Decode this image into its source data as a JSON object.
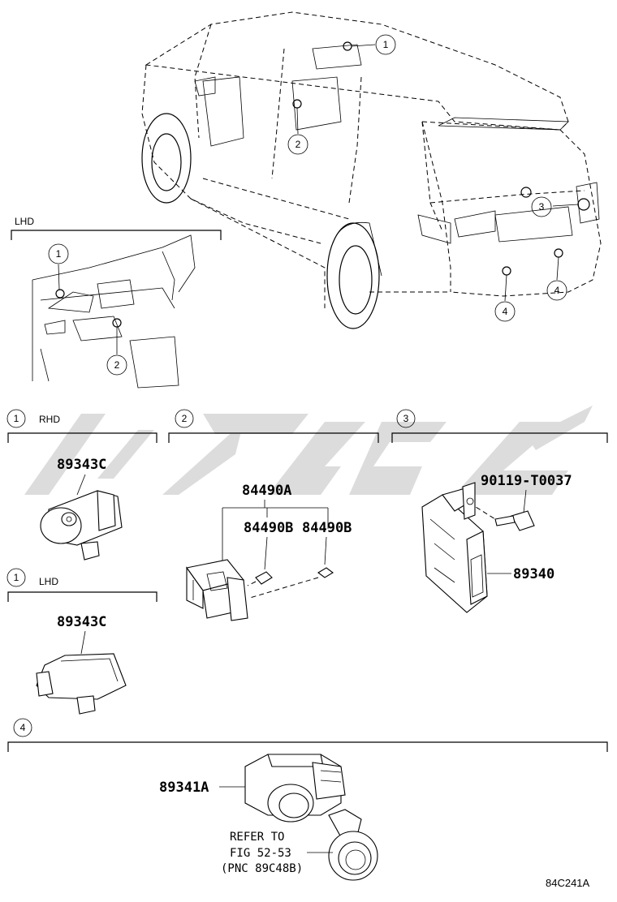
{
  "diagram": {
    "inset_label": "LHD",
    "sections": [
      {
        "num": "1",
        "sub": "RHD"
      },
      {
        "num": "2",
        "sub": ""
      },
      {
        "num": "3",
        "sub": ""
      },
      {
        "num": "1",
        "sub": "LHD"
      },
      {
        "num": "4",
        "sub": ""
      }
    ],
    "vehicle_callouts": [
      "1",
      "2",
      "3",
      "4",
      "4"
    ],
    "inset_callouts": [
      "1",
      "2"
    ],
    "parts": {
      "rhd_sensor": "89343C",
      "switch_assy": "84490A",
      "bulb_left": "84490B",
      "bulb_right": "84490B",
      "bolt": "90119-T0037",
      "ecu": "89340",
      "lhd_sensor": "89343C",
      "rear_sensor": "89341A"
    },
    "refer": {
      "line1": "REFER TO",
      "line2": "FIG 52-53",
      "line3": "(PNC 89C48B)"
    },
    "figure_id": "84C241A"
  },
  "colors": {
    "line": "#000000",
    "watermark": "#d8d8d8",
    "background": "#ffffff"
  }
}
